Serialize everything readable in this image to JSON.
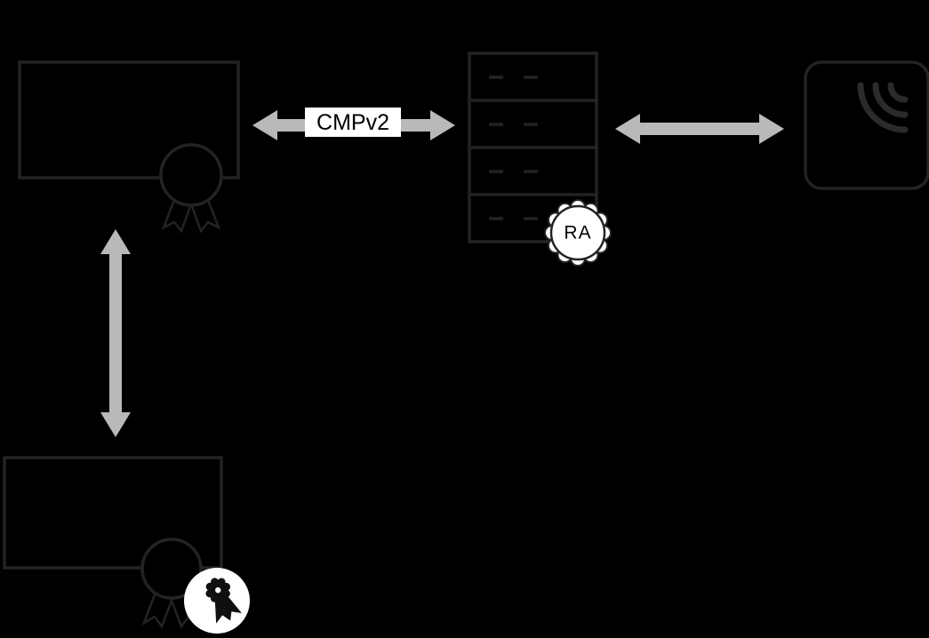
{
  "diagram": {
    "labels": {
      "protocol": "CMPv2",
      "ra_badge": "RA"
    },
    "nodes": [
      {
        "id": "ca-certificate",
        "icon": "certificate-seal-icon"
      },
      {
        "id": "registration-authority-server",
        "icon": "server-rack-icon",
        "badge": "RA"
      },
      {
        "id": "wireless-device",
        "icon": "wireless-device-icon"
      },
      {
        "id": "root-certificate",
        "icon": "certificate-seal-badge-icon"
      }
    ],
    "edges": [
      {
        "from": "ca-certificate",
        "to": "registration-authority-server",
        "label": "CMPv2",
        "style": "double-headed-arrow"
      },
      {
        "from": "registration-authority-server",
        "to": "wireless-device",
        "label": "",
        "style": "double-headed-arrow"
      },
      {
        "from": "ca-certificate",
        "to": "root-certificate",
        "label": "",
        "style": "double-headed-arrow"
      }
    ]
  },
  "colors": {
    "background": "#000000",
    "line": "#232323",
    "arrow": "#b9b9b9",
    "white": "#ffffff",
    "text": "#000000",
    "signal": "#2b2b2b"
  }
}
